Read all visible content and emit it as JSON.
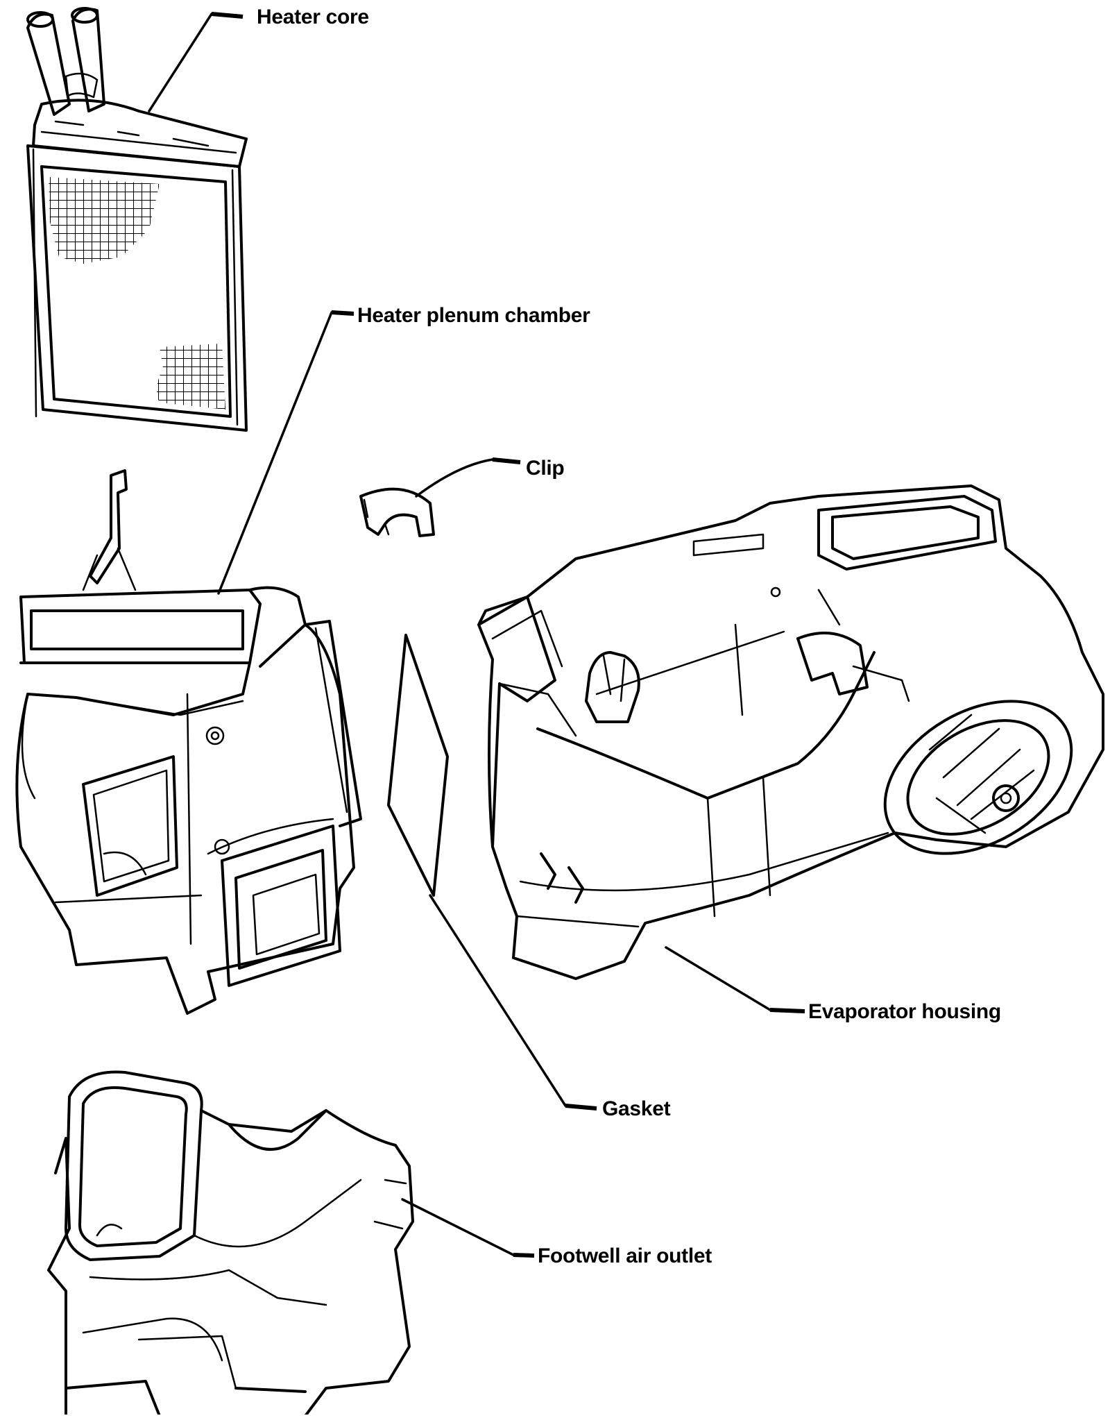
{
  "labels": {
    "heater_core": "Heater core",
    "heater_plenum_chamber": "Heater plenum chamber",
    "clip": "Clip",
    "evaporator_housing": "Evaporator housing",
    "gasket": "Gasket",
    "footwell_air_outlet": "Footwell air outlet"
  },
  "colors": {
    "ink": "#000000",
    "background": "#ffffff"
  }
}
